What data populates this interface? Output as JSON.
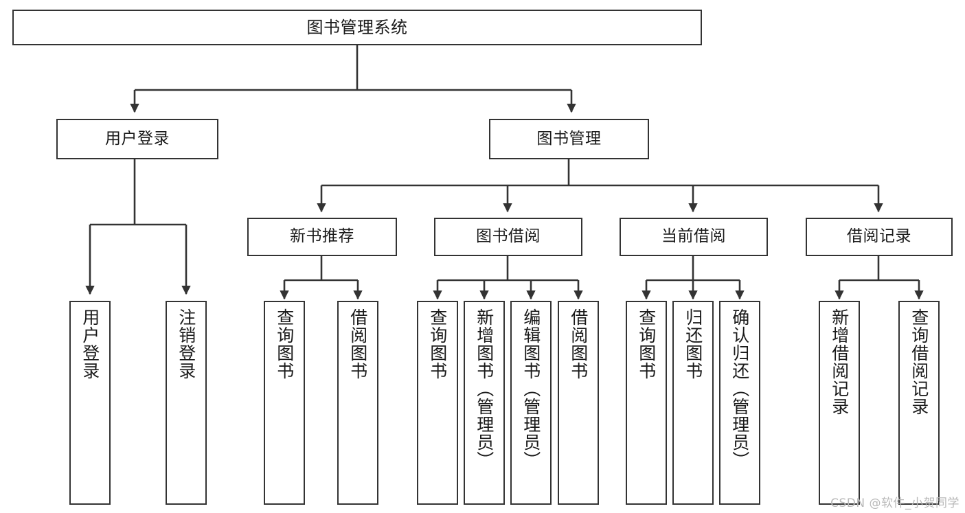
{
  "diagram": {
    "type": "tree-hierarchy",
    "title": "图书管理系统",
    "watermark": "CSDN @软件_小贺同学",
    "colors": {
      "box_border": "#333333",
      "box_fill": "#ffffff",
      "connector": "#333333",
      "text": "#1a1a1a",
      "watermark": "#b9b9b9",
      "background": "#ffffff"
    },
    "nodes": {
      "root": {
        "label": "图书管理系统"
      },
      "level1": [
        {
          "label": "用户登录"
        },
        {
          "label": "图书管理"
        }
      ],
      "level2": [
        {
          "label": "新书推荐"
        },
        {
          "label": "图书借阅"
        },
        {
          "label": "当前借阅"
        },
        {
          "label": "借阅记录"
        }
      ],
      "leaves": {
        "user_login": [
          {
            "label": "用户登录"
          },
          {
            "label": "注销登录"
          }
        ],
        "new_book": [
          {
            "label": "查询图书"
          },
          {
            "label": "借阅图书"
          }
        ],
        "book_borrow": [
          {
            "label": "查询图书"
          },
          {
            "label": "新增图书（管理员）"
          },
          {
            "label": "编辑图书（管理员）"
          },
          {
            "label": "借阅图书"
          }
        ],
        "current_borrow": [
          {
            "label": "查询图书"
          },
          {
            "label": "归还图书"
          },
          {
            "label": "确认归还（管理员）"
          }
        ],
        "borrow_record": [
          {
            "label": "新增借阅记录"
          },
          {
            "label": "查询借阅记录"
          }
        ]
      }
    }
  }
}
